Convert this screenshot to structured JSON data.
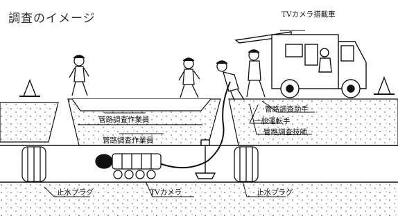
{
  "title": "調査のイメージ",
  "labels": {
    "truck": "TVカメラ搭載車",
    "worker_upper": "管路調査作業員",
    "worker_lower": "管路調査作業員",
    "assistant": "管路調査助手",
    "driver": "一般運転手",
    "engineer": "管路調査技師",
    "plug_left": "止水プラグ",
    "camera": "TVカメラ",
    "plug_right": "止水プラグ"
  }
}
